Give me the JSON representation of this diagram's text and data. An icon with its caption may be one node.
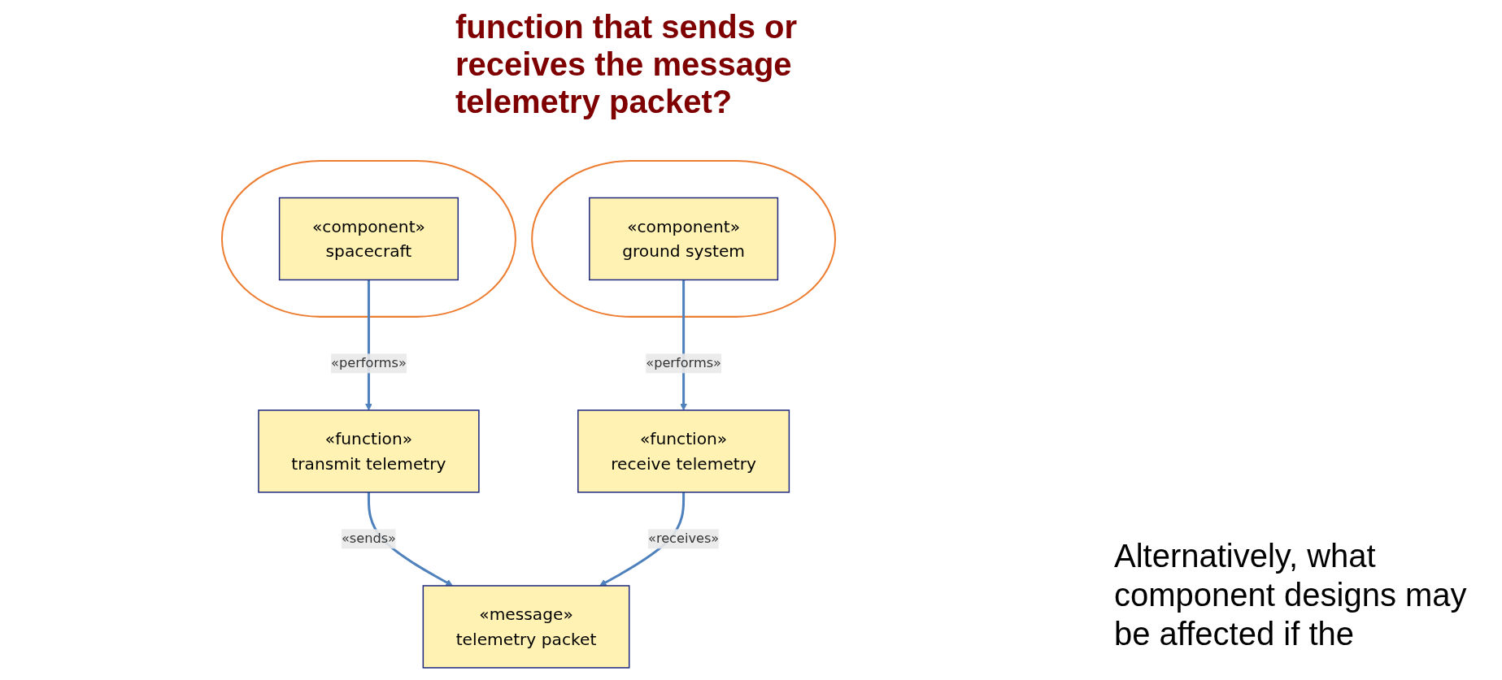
{
  "diagram": {
    "title": "function that sends or receives the message telemetry packet?",
    "nodes": [
      {
        "text": [],
        "shape": "ellipse"
      },
      {
        "text": [
          "«component»",
          "spacecraft"
        ],
        "in": 0
      },
      {
        "text": [],
        "shape": "ellipse"
      },
      {
        "text": [
          "«component»",
          "ground system"
        ],
        "in": 2
      },
      {
        "text": [
          "«function»",
          "transmit telemetry"
        ]
      },
      {
        "text": [
          "«function»",
          "receive telemetry"
        ]
      },
      {
        "text": [
          "«message»",
          "telemetry packet"
        ]
      }
    ],
    "edges": [
      {
        "from": 1,
        "to": 4,
        "arrow": "to",
        "label": "«performs»"
      },
      {
        "from": 3,
        "to": 5,
        "arrow": "to",
        "label": "«performs»"
      },
      {
        "from": 4,
        "to": 6,
        "arrow": "to",
        "label": "«sends»"
      },
      {
        "from": 5,
        "to": 6,
        "arrow": "to",
        "label": "«receives»"
      }
    ],
    "labels": [
      "Alternatively, what component designs may be affected if the"
    ]
  }
}
